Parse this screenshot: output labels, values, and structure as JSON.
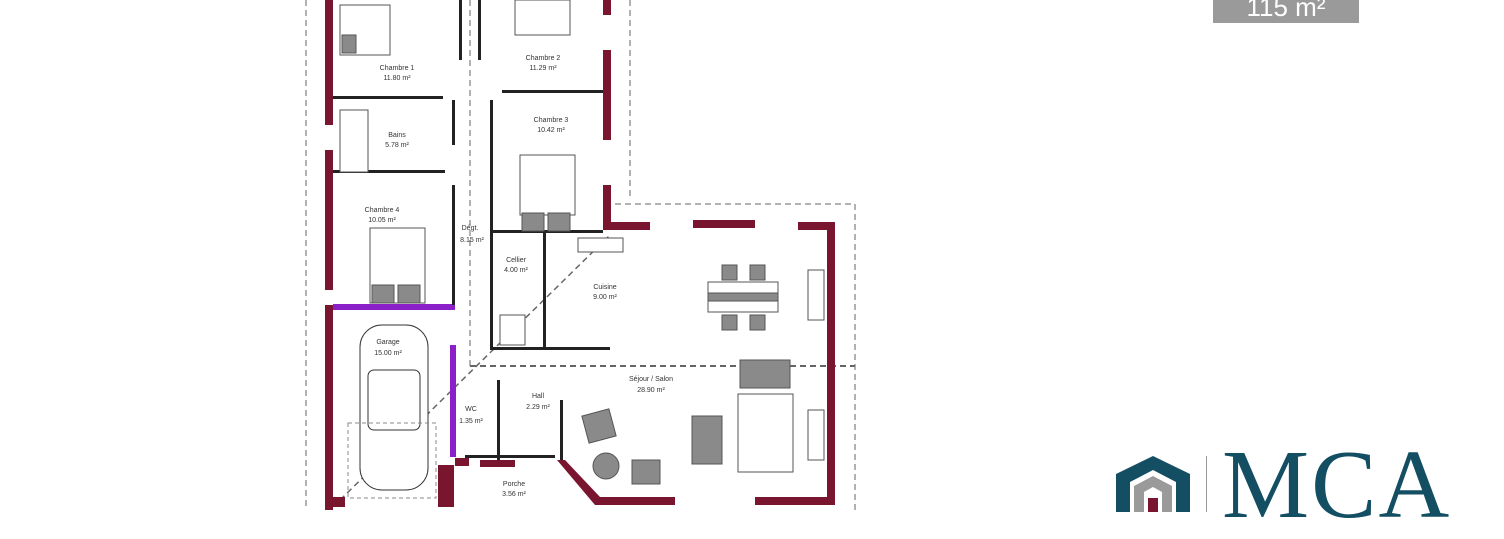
{
  "total_area": "115 m²",
  "brand": {
    "name": "MCA",
    "colors": {
      "primary": "#134e63",
      "accent": "#7a1530",
      "grey": "#9a9a9a"
    }
  },
  "colors": {
    "exterior_wall": "#7a1530",
    "garage_wall": "#8b1fc8",
    "interior_wall": "#222222",
    "furniture": "#8a8a8a"
  },
  "rooms": [
    {
      "name": "Chambre 1",
      "area": "11.80 m²"
    },
    {
      "name": "Chambre 2",
      "area": "11.29 m²"
    },
    {
      "name": "Chambre 3",
      "area": "10.42 m²"
    },
    {
      "name": "Bains",
      "area": "5.78 m²"
    },
    {
      "name": "Chambre 4",
      "area": "10.05 m²"
    },
    {
      "name": "Dégt.",
      "area": "8.15 m²"
    },
    {
      "name": "Cellier",
      "area": "4.00 m²"
    },
    {
      "name": "Cuisine",
      "area": "9.00 m²"
    },
    {
      "name": "Garage",
      "area": "15.00 m²"
    },
    {
      "name": "Séjour / Salon",
      "area": "28.90 m²"
    },
    {
      "name": "WC",
      "area": "1.35 m²"
    },
    {
      "name": "Hall",
      "area": "2.29 m²"
    },
    {
      "name": "Porche",
      "area": "3.56 m²"
    }
  ]
}
